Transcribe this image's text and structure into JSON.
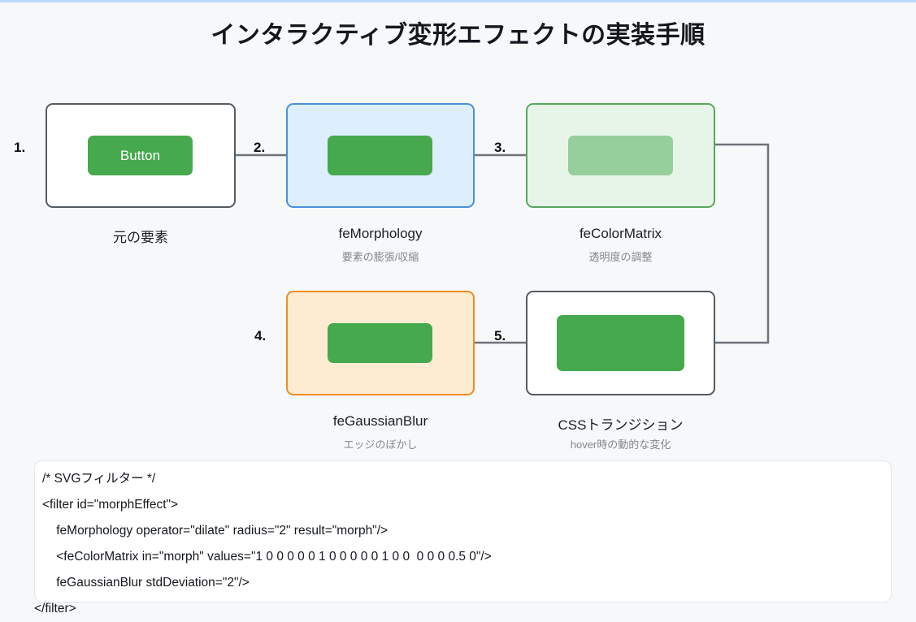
{
  "page": {
    "title": "インタラクティブ変形エフェクトの実装手順",
    "background": "#f7f8fa",
    "accent_bar_color": "#bcdbfb"
  },
  "diagram": {
    "type": "flow",
    "nodes": [
      {
        "step": "1.",
        "caption": "元の要素",
        "subcaption": "",
        "box_fill": "#ffffff",
        "box_border": "#555b61",
        "chip_label": "Button",
        "chip_color": "#46a94d",
        "chip_faded": false
      },
      {
        "step": "2.",
        "caption": "feMorphology",
        "subcaption": "要素の膨張/収縮",
        "box_fill": "#ddeefc",
        "box_border": "#4a90d9",
        "chip_label": "",
        "chip_color": "#46a94d",
        "chip_faded": false
      },
      {
        "step": "3.",
        "caption": "feColorMatrix",
        "subcaption": "透明度の調整",
        "box_fill": "#e7f5e8",
        "box_border": "#56a75e",
        "chip_label": "",
        "chip_color": "#46a94d",
        "chip_faded": true
      },
      {
        "step": "4.",
        "caption": "feGaussianBlur",
        "subcaption": "エッジのぼかし",
        "box_fill": "#fdecd2",
        "box_border": "#ef8c20",
        "chip_label": "",
        "chip_color": "#46a94d",
        "chip_faded": false
      },
      {
        "step": "5.",
        "caption": "CSSトランジション",
        "subcaption": "hover時の動的な変化",
        "box_fill": "#ffffff",
        "box_border": "#555b61",
        "chip_label": "",
        "chip_color": "#46a94d",
        "chip_faded": false
      }
    ],
    "connector_color": "#6e7479"
  },
  "code": {
    "lines": [
      "/* SVGフィルター */",
      "<filter id=\"morphEffect\">",
      "    feMorphology operator=\"dilate\" radius=\"2\" result=\"morph\"/>",
      "    <feColorMatrix in=\"morph\" values=\"1 0 0 0 0 0 1 0 0 0 0 0 1 0 0  0 0 0 0.5 0\"/>",
      "    feGaussianBlur stdDeviation=\"2\"/>",
      "</filter>"
    ]
  }
}
